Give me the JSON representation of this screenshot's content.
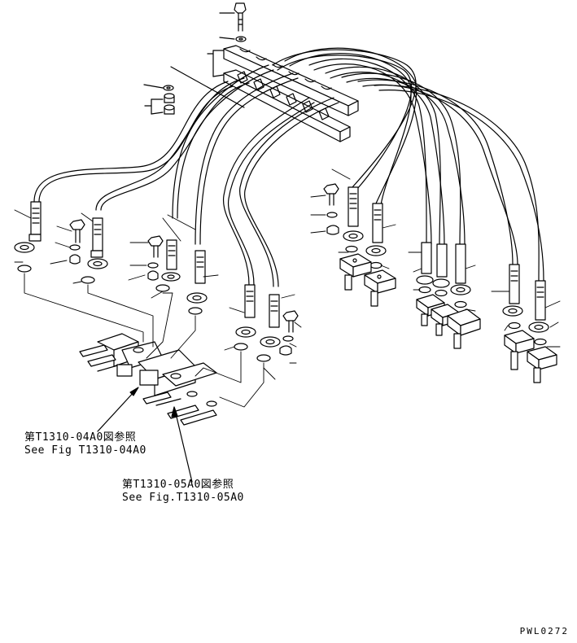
{
  "diagram": {
    "drawing_id": "PWL0272",
    "refs": [
      {
        "ja": "第T1310-04A0図参照",
        "en": "See Fig T1310-04A0"
      },
      {
        "ja": "第T1310-05A0図参照",
        "en": "See Fig.T1310-05A0"
      }
    ]
  }
}
